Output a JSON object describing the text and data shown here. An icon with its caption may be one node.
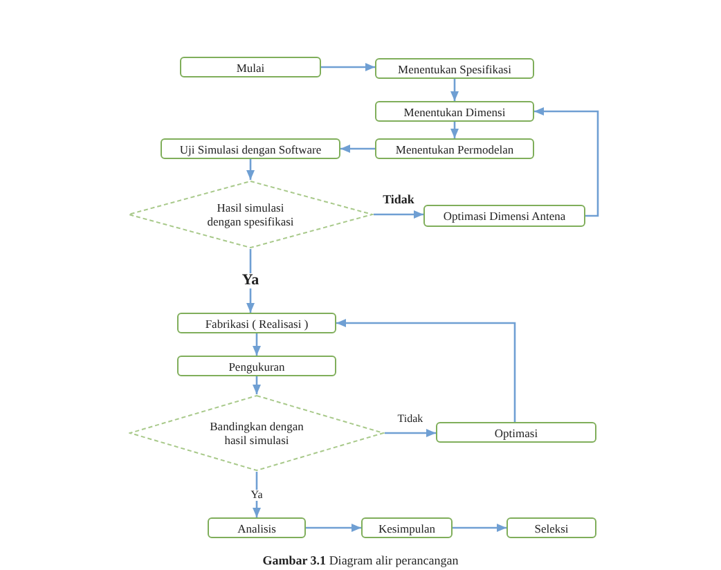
{
  "diagram": {
    "caption": "**Gambar 3.1** Diagram alir perancangan",
    "nodes": [
      {
        "text": [
          "Mulai"
        ]
      },
      {
        "text": [
          "Menentukan Spesifikasi"
        ]
      },
      {
        "text": [
          "Menentukan Dimensi"
        ]
      },
      {
        "text": [
          "Menentukan Permodelan"
        ]
      },
      {
        "text": [
          "Uji Simulasi dengan Software"
        ]
      },
      {
        "text": [
          "Hasil simulasi dengan spesifikasi"
        ]
      },
      {
        "text": [
          "Optimasi Dimensi Antena"
        ]
      },
      {
        "text": [
          "Fabrikasi ( Realisasi )"
        ]
      },
      {
        "text": [
          "Pengukuran"
        ]
      },
      {
        "text": [
          "Bandingkan dengan hasil simulasi"
        ]
      },
      {
        "text": [
          "Optimasi"
        ]
      },
      {
        "text": [
          "Analisis"
        ]
      },
      {
        "text": [
          "Kesimpulan"
        ]
      },
      {
        "text": [
          "Seleksi"
        ]
      }
    ],
    "edges": [
      {
        "from": 0,
        "to": 1,
        "arrow": "to"
      },
      {
        "from": 1,
        "to": 2,
        "arrow": "to"
      },
      {
        "from": 2,
        "to": 3,
        "arrow": "to"
      },
      {
        "from": 3,
        "to": 4,
        "arrow": "to"
      },
      {
        "from": 4,
        "to": 5,
        "arrow": "to"
      },
      {
        "from": 5,
        "to": 6,
        "arrow": "to",
        "label": "Tidak"
      },
      {
        "from": 6,
        "to": 2,
        "arrow": "to"
      },
      {
        "from": 5,
        "to": 7,
        "arrow": "to",
        "label": "Ya"
      },
      {
        "from": 7,
        "to": 8,
        "arrow": "to"
      },
      {
        "from": 8,
        "to": 9,
        "arrow": "to"
      },
      {
        "from": 9,
        "to": 10,
        "arrow": "to",
        "label": "Tidak"
      },
      {
        "from": 10,
        "to": 7,
        "arrow": "to"
      },
      {
        "from": 9,
        "to": 11,
        "arrow": "to",
        "label": "Ya"
      },
      {
        "from": 11,
        "to": 12,
        "arrow": "to"
      },
      {
        "from": 12,
        "to": 13,
        "arrow": "to"
      }
    ]
  }
}
